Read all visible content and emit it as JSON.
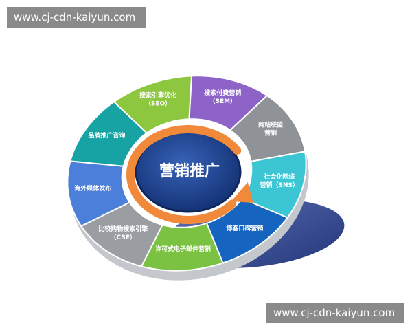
{
  "watermarks": {
    "top": "www.cj-cdn-kaiyun.com",
    "bottom": "www.cj-cdn-kaiyun.com"
  },
  "diagram": {
    "center_title": "营销推广",
    "segments": [
      {
        "lines": [
          "搜索引擎优化",
          "（SEO）"
        ],
        "color": "#8dc63f"
      },
      {
        "lines": [
          "搜索付费营销",
          "（SEM）"
        ],
        "color": "#8e63c7"
      },
      {
        "lines": [
          "网站联盟",
          "营销"
        ],
        "color": "#8f9296"
      },
      {
        "lines": [
          "社会化网络",
          "营销（SNS）"
        ],
        "color": "#3cc6d4"
      },
      {
        "lines": [
          "博客口碑营销"
        ],
        "color": "#1565c0"
      },
      {
        "lines": [
          "许可式电子邮件营销"
        ],
        "color": "#7cc242"
      },
      {
        "lines": [
          "比较购物搜索引擎",
          "（CSE）"
        ],
        "color": "#9a9ea3"
      },
      {
        "lines": [
          "海外媒体发布"
        ],
        "color": "#4b7fd9"
      },
      {
        "lines": [
          "品牌推广咨询"
        ],
        "color": "#17a3a3"
      }
    ],
    "colors": {
      "center_fill": "#1f3f86",
      "center_ring": "#10265c",
      "arrow": "#f08a3a",
      "shadow": "#3a4f97"
    }
  }
}
